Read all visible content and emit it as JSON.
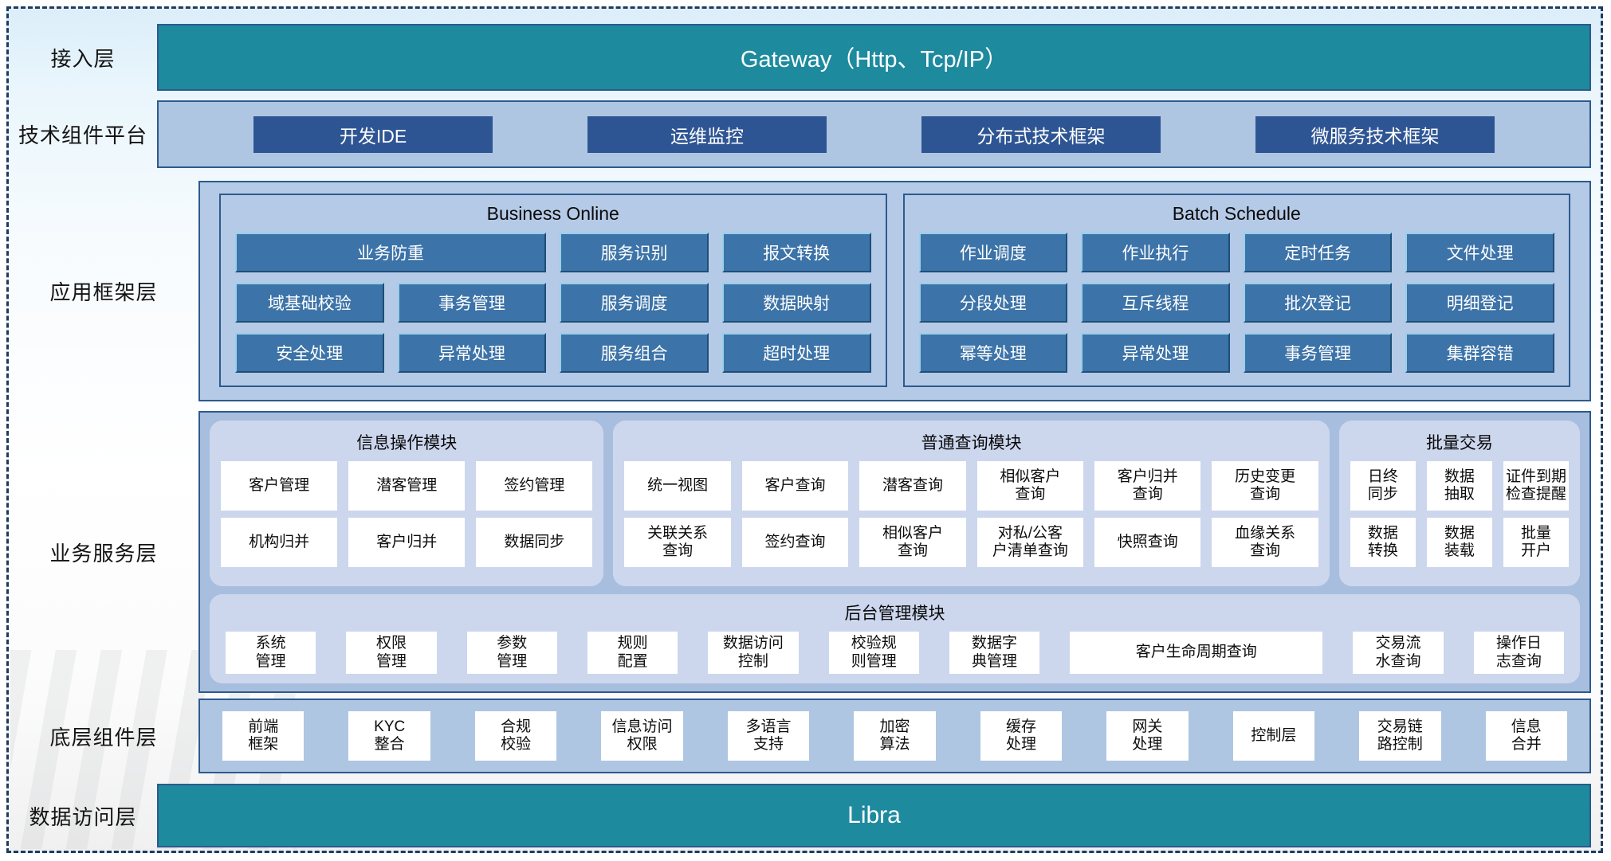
{
  "layers": {
    "access": {
      "label": "接入层",
      "bar": "Gateway（Http、Tcp/IP）"
    },
    "tech": {
      "label": "技术组件平台",
      "buttons": [
        "开发IDE",
        "运维监控",
        "分布式技术框架",
        "微服务技术框架"
      ]
    },
    "app_framework": {
      "label": "应用框架层",
      "groups": [
        {
          "title": "Business Online",
          "items": [
            {
              "label": "业务防重",
              "wide": true
            },
            "服务识别",
            "报文转换",
            "域基础校验",
            "事务管理",
            "服务调度",
            "数据映射",
            "安全处理",
            "异常处理",
            "服务组合",
            "超时处理"
          ]
        },
        {
          "title": "Batch Schedule",
          "items": [
            "作业调度",
            "作业执行",
            "定时任务",
            "文件处理",
            "分段处理",
            "互斥线程",
            "批次登记",
            "明细登记",
            "幂等处理",
            "异常处理",
            "事务管理",
            "集群容错"
          ]
        }
      ]
    },
    "business": {
      "label": "业务服务层",
      "modules": [
        {
          "title": "信息操作模块",
          "items": [
            "客户管理",
            "潜客管理",
            "签约管理",
            "机构归并",
            "客户归并",
            "数据同步"
          ]
        },
        {
          "title": "普通查询模块",
          "items": [
            "统一视图",
            "客户查询",
            "潜客查询",
            "相似客户\n查询",
            "客户归并\n查询",
            "历史变更\n查询",
            "关联关系\n查询",
            "签约查询",
            "相似客户\n查询",
            "对私/公客\n户清单查询",
            "快照查询",
            "血缘关系\n查询"
          ]
        },
        {
          "title": "批量交易",
          "items": [
            "日终\n同步",
            "数据\n抽取",
            "证件到期\n检查提醒",
            "数据\n转换",
            "数据\n装载",
            "批量\n开户"
          ]
        }
      ],
      "admin": {
        "title": "后台管理模块",
        "items": [
          "系统\n管理",
          "权限\n管理",
          "参数\n管理",
          "规则\n配置",
          "数据访问\n控制",
          "校验规\n则管理",
          "数据字\n典管理",
          {
            "label": "客户生命周期查询",
            "wide": true
          },
          "交易流\n水查询",
          "操作日\n志查询"
        ]
      }
    },
    "components": {
      "label": "底层组件层",
      "items": [
        "前端\n框架",
        "KYC\n整合",
        "合规\n校验",
        "信息访问\n权限",
        "多语言\n支持",
        "加密\n算法",
        "缓存\n处理",
        "网关\n处理",
        "控制层",
        "交易链\n路控制",
        "信息\n合并"
      ]
    },
    "data_access": {
      "label": "数据访问层",
      "bar": "Libra"
    }
  },
  "colors": {
    "teal_bar": "#1d8a9e",
    "panel_border": "#2d5a8e",
    "navy_button": "#2e5593",
    "tech_panel_bg": "#aec6e2",
    "app_panel_bg": "#b5cae6",
    "steel_button": "#3c73a8",
    "steel_button_dark_edge": "#1f4e79",
    "steel_button_light_edge": "#97d0ea",
    "business_panel_bg": "#a8bedf",
    "module_bg": "#ccd7ee",
    "cell_bg": "#ffffff",
    "dashed_border": "#1f3b5e"
  }
}
